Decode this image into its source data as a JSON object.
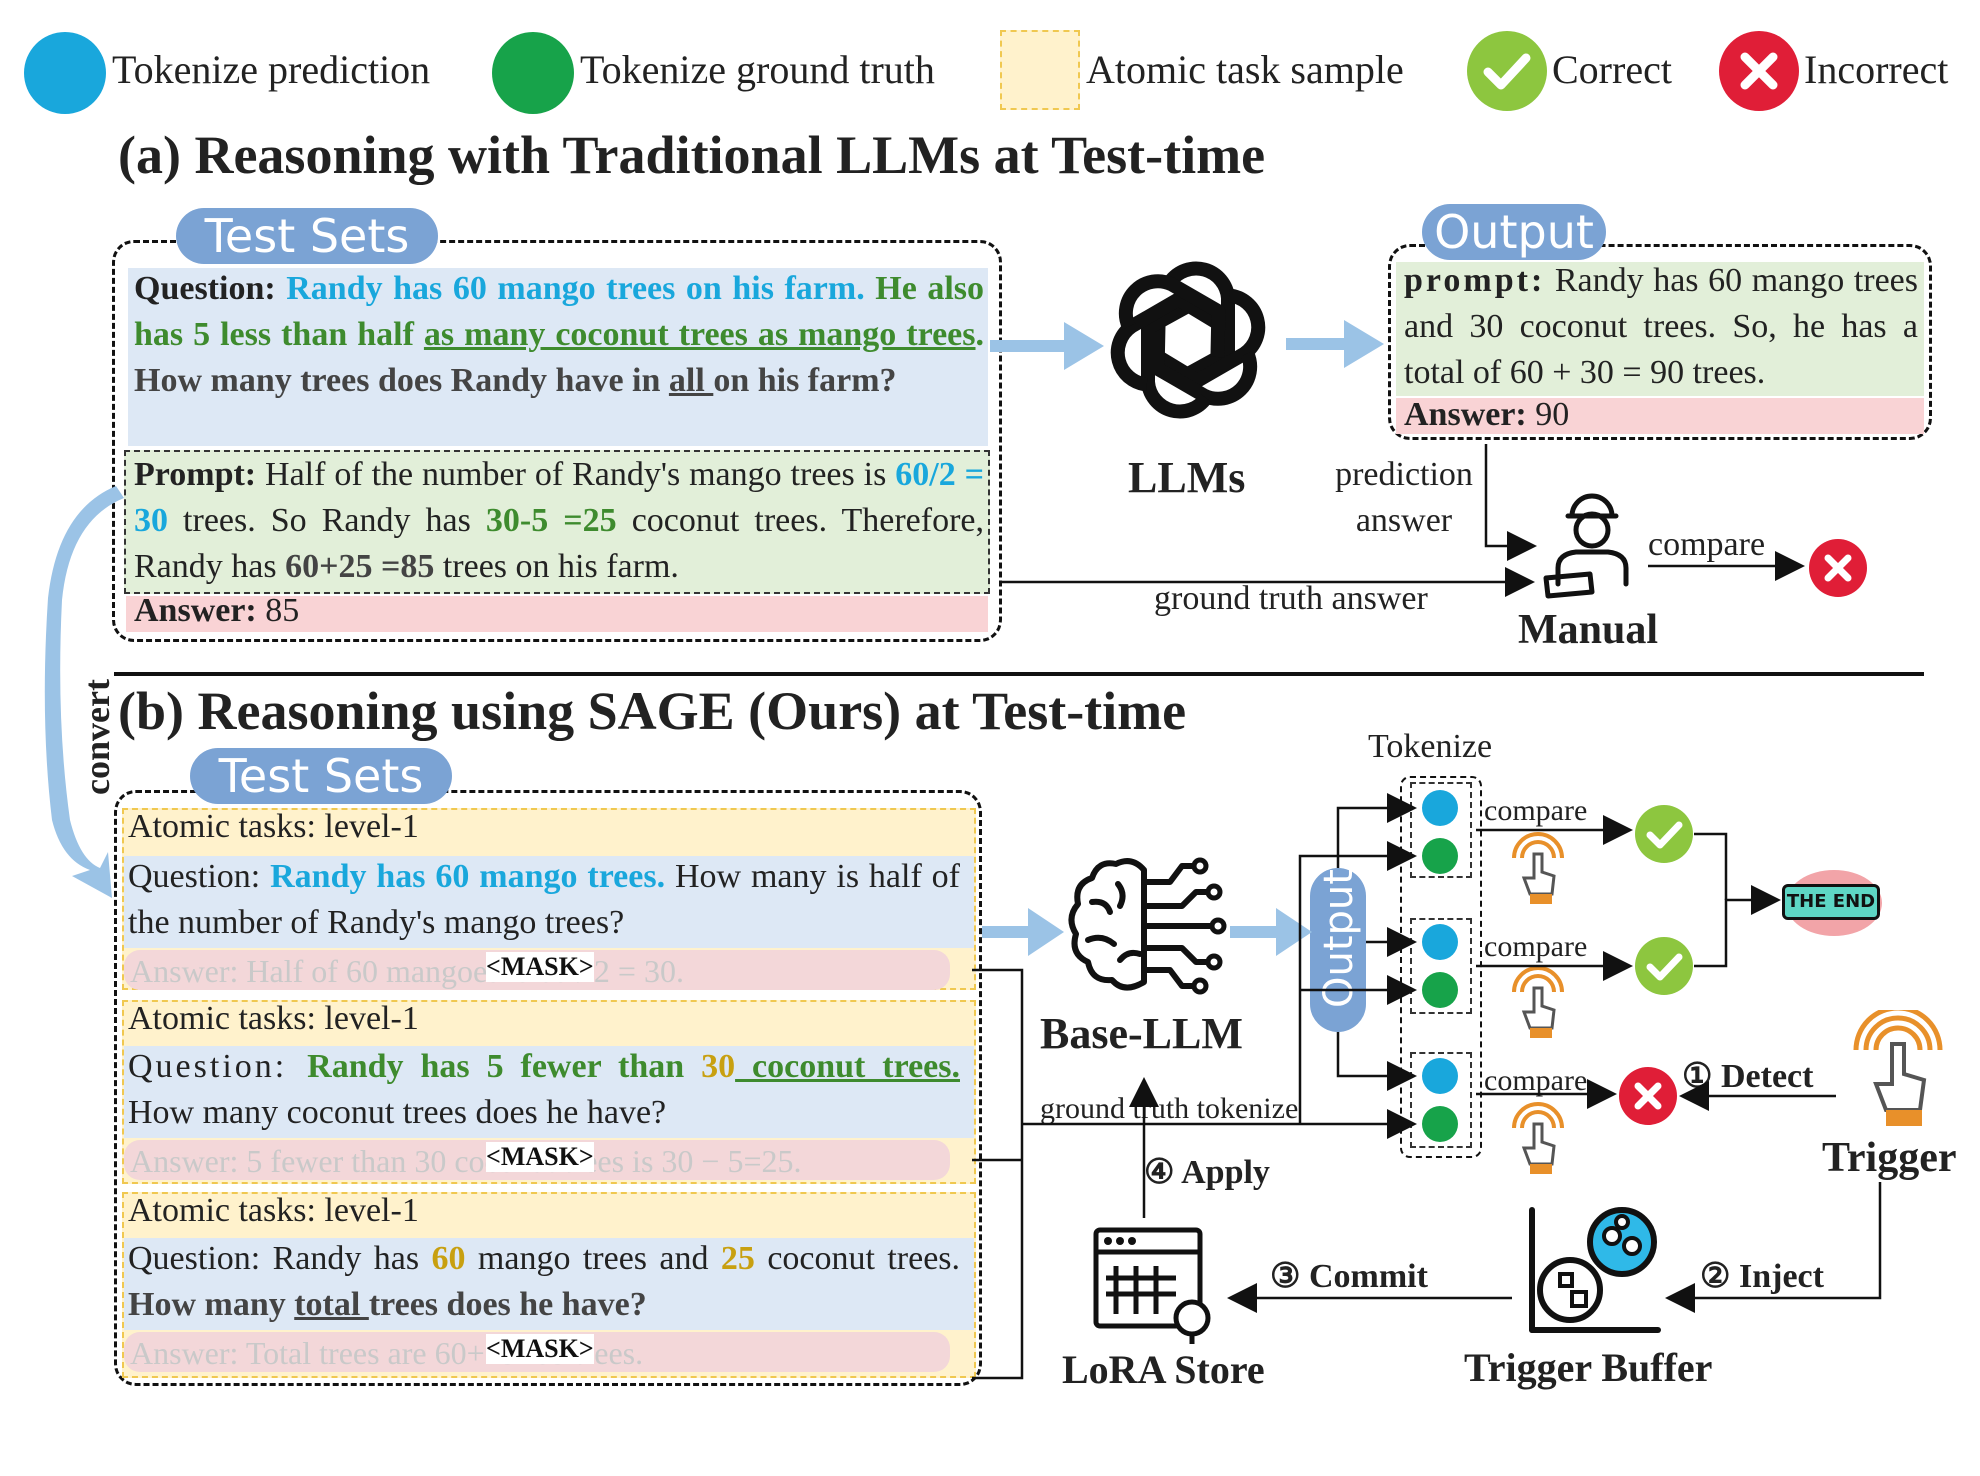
{
  "legend": {
    "tokenize_prediction": "Tokenize prediction",
    "tokenize_ground_truth": "Tokenize ground truth",
    "atomic_task_sample": "Atomic task sample",
    "correct": "Correct",
    "incorrect": "Incorrect"
  },
  "colors": {
    "prediction": "#19a7dc",
    "ground_truth": "#17a34a",
    "atomic": "#fff2cc",
    "correct": "#8dc63f",
    "incorrect": "#e01e37",
    "pill": "#7ba3d4",
    "arrow": "#9bc3e6"
  },
  "section_a": {
    "title": "(a) Reasoning with Traditional LLMs at Test-time",
    "test_sets_label": "Test Sets",
    "question_label": "Question:",
    "q1": "Randy has 60 mango trees on his farm.",
    "q2a": "He also has 5 less than half ",
    "q2b": "as many coconut trees as mango trees",
    "q2c": ".",
    "q3a": " How many trees does Randy have in ",
    "q3b": "all ",
    "q3c": "on his farm?",
    "prompt_label": "Prompt:",
    "p1": " Half of the number of Randy's mango trees is ",
    "p2": "60/2 = 30",
    "p3": " trees. So Randy has ",
    "p4": "30-5 =25",
    "p5": " coconut trees. Therefore, Randy has ",
    "p6": "60+25 =85",
    "p7": " trees on his farm.",
    "answer_label": "Answer:",
    "answer_value": " 85",
    "llms_label": "LLMs",
    "output_label": "Output",
    "out_prompt_label": "prompt:",
    "out_text": " Randy has 60 mango trees and 30 coconut trees. So, he has a total of 60 + 30 = 90 trees.",
    "out_answer_label": "Answer:",
    "out_answer_value": " 90",
    "prediction_answer_1": "prediction",
    "prediction_answer_2": "answer",
    "compare": "compare",
    "ground_truth_answer": "ground truth answer",
    "manual_label": "Manual"
  },
  "convert_label": "convert",
  "section_b": {
    "title": "(b) Reasoning using SAGE (Ours) at Test-time",
    "test_sets_label": "Test Sets",
    "tasks": [
      {
        "level": "Atomic tasks: level-1",
        "q_label": "Question: ",
        "answer_masked": "Answer: Half of 60 mangoes is 60 / 2 = 30.",
        "mask": "<MASK>"
      },
      {
        "level": "Atomic tasks: level-1",
        "q_label": "Question: ",
        "answer_masked": "Answer: 5 fewer than 30 coconut trees is 30 − 5=25.",
        "mask": "<MASK>"
      },
      {
        "level": "Atomic tasks: level-1",
        "q_label": "Question: ",
        "answer_masked": "Answer: Total trees are 60+25=85 trees.",
        "mask": "<MASK>"
      }
    ],
    "t1_q_a": "Randy has 60 mango trees.",
    "t1_q_b": " How many is half of the number of Randy's mango trees?",
    "t2_q_a": "Randy has 5 fewer than ",
    "t2_q_b": "30",
    "t2_q_c": " coconut trees.",
    "t2_q_d": " How many coconut trees does he have?",
    "t3_q_a": "Randy has ",
    "t3_q_b": "60",
    "t3_q_c": " mango trees and ",
    "t3_q_d": "25",
    "t3_q_e": " coconut trees. ",
    "t3_q_f": "How many ",
    "t3_q_g": "total ",
    "t3_q_h": "trees does he have?",
    "base_llm_label": "Base-LLM",
    "output_label": "Output",
    "tokenize_label": "Tokenize",
    "compare": "compare",
    "ground_truth_tokenize": "ground truth tokenize",
    "the_end": "THE END",
    "step1": "① Detect",
    "step2": "② Inject",
    "step3": "③ Commit",
    "step4": "④ Apply",
    "trigger_label": "Trigger",
    "trigger_buffer_label": "Trigger Buffer",
    "lora_store_label": "LoRA Store"
  }
}
